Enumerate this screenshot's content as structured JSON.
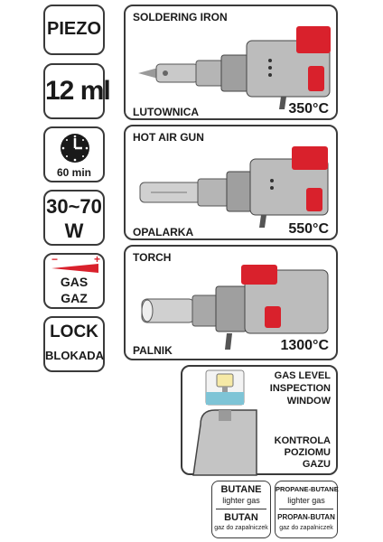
{
  "left": {
    "piezo": "PIEZO",
    "capacity": "12 ml",
    "time": "60 min",
    "power_line1": "30~70",
    "power_line2": "W",
    "gas_minus": "−",
    "gas_plus": "+",
    "gas_en": "GAS",
    "gas_pl": "GAZ",
    "lock_en": "LOCK",
    "lock_pl": "BLOKADA"
  },
  "modes": [
    {
      "title": "SOLDERING IRON",
      "subtitle": "LUTOWNICA",
      "temp": "350°C"
    },
    {
      "title": "HOT AIR GUN",
      "subtitle": "OPALARKA",
      "temp": "550°C"
    },
    {
      "title": "TORCH",
      "subtitle": "PALNIK",
      "temp": "1300°C"
    }
  ],
  "window": {
    "title_lines": [
      "GAS LEVEL",
      "INSPECTION",
      "WINDOW"
    ],
    "pl_lines": [
      "KONTROLA",
      "POZIOMU",
      "GAZU"
    ]
  },
  "fuel": [
    {
      "name_en": "BUTANE",
      "sub_en": "lighter gas",
      "name_pl": "BUTAN",
      "sub_pl": "gaz do zapalniczek"
    },
    {
      "name_en": "PROPANE-BUTANE",
      "sub_en": "lighter gas",
      "name_pl": "PROPAN-BUTAN",
      "sub_pl": "gaz do zapalniczek"
    }
  ],
  "colors": {
    "accent_red": "#d9212c",
    "body_gray": "#b9b9b9",
    "dark_gray": "#4a4a4a",
    "window_blue": "#7ec4d6"
  }
}
